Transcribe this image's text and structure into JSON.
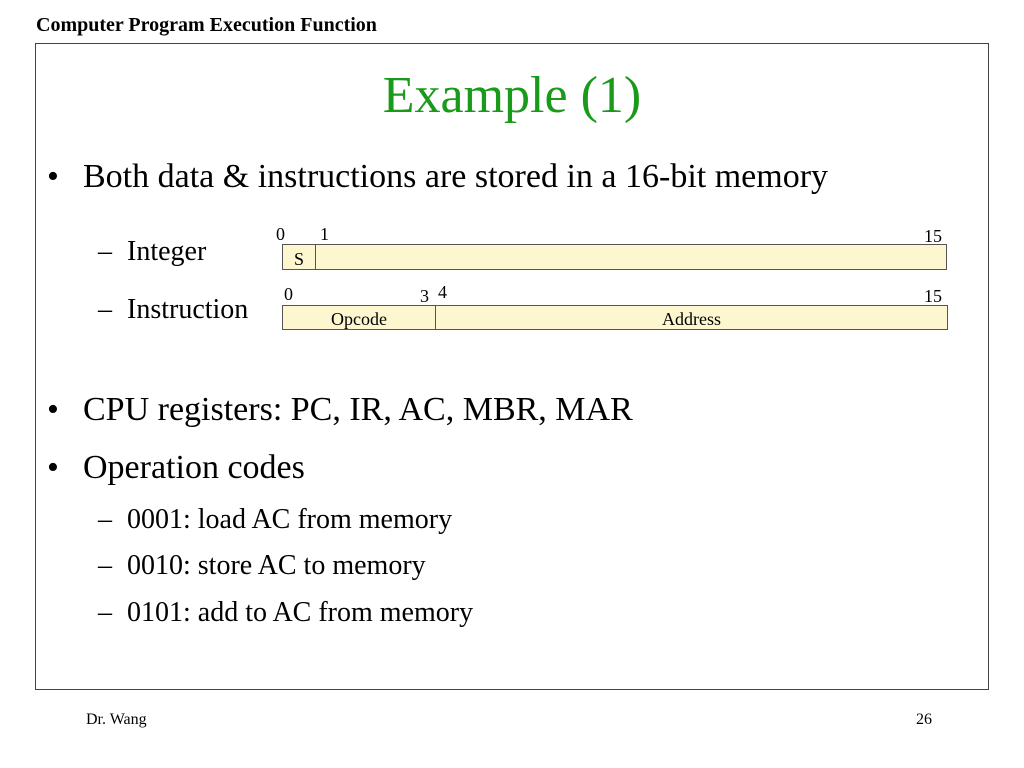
{
  "header": {
    "title": "Computer Program Execution Function"
  },
  "slide": {
    "title": "Example (1)",
    "bullet1": "Both data & instructions are stored in a 16-bit memory",
    "sub_integer": "Integer",
    "sub_instruction": "Instruction",
    "bullet2": "CPU registers: PC, IR, AC, MBR, MAR",
    "bullet3": "Operation codes",
    "op1": "0001: load AC from memory",
    "op2": "0010: store AC to memory",
    "op3": "0101: add to AC from memory",
    "bullet_symbol": "•",
    "dash_symbol": "–"
  },
  "integer_format": {
    "bit_start": "0",
    "bit_sign_end": "1",
    "bit_end": "15",
    "sign_label": "S"
  },
  "instruction_format": {
    "bit_start": "0",
    "bit_opcode_end": "3",
    "bit_address_start": "4",
    "bit_end": "15",
    "opcode_label": "Opcode",
    "address_label": "Address"
  },
  "colors": {
    "title": "#1a9a1a",
    "field_fill": "#fdf7cf"
  },
  "footer": {
    "author": "Dr. Wang",
    "page_number": "26"
  }
}
